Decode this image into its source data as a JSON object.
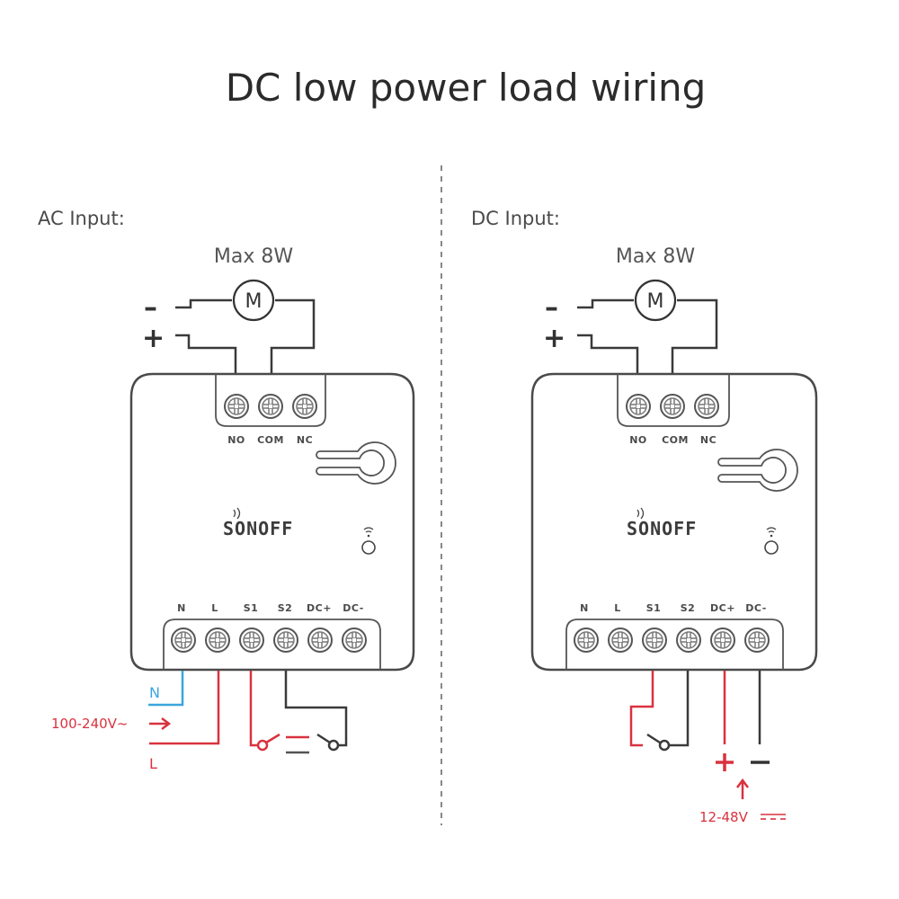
{
  "title": "DC low power load wiring",
  "panels": [
    {
      "id": "ac",
      "section_label": "AC Input:",
      "load_rating": "Max 8W",
      "motor_symbol": "M",
      "load_polarity": [
        "–",
        "+"
      ],
      "relay_terminals": [
        "NO",
        "COM",
        "NC"
      ],
      "brand": "SONOFF",
      "input_terminals": [
        "N",
        "L",
        "S1",
        "S2",
        "DC+",
        "DC-"
      ],
      "supply_voltage": "100-240V~",
      "neutral_label": "N",
      "line_label": "L"
    },
    {
      "id": "dc",
      "section_label": "DC Input:",
      "load_rating": "Max 8W",
      "motor_symbol": "M",
      "load_polarity": [
        "–",
        "+"
      ],
      "relay_terminals": [
        "NO",
        "COM",
        "NC"
      ],
      "brand": "SONOFF",
      "input_terminals": [
        "N",
        "L",
        "S1",
        "S2",
        "DC+",
        "DC-"
      ],
      "supply_voltage": "12-48V",
      "supply_polarity": [
        "+",
        "–"
      ]
    }
  ],
  "colors": {
    "line_wire": "#d9323f",
    "neutral_wire": "#3ba5dc",
    "dark_wire": "#3a3a3a"
  }
}
